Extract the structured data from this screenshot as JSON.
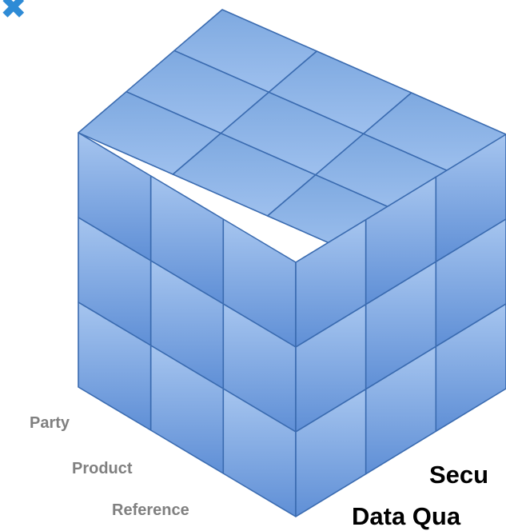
{
  "colors": {
    "cube_face": "#8db3e2",
    "cube_edge": "#3a6bb0",
    "axis_label": "#808080",
    "dimension_label": "#000000",
    "corner_glyph": "#2e8bd6"
  },
  "corner_glyph": {
    "icon": "partial-logo-glyph",
    "text": ""
  },
  "cube": {
    "grid": 3,
    "visible_faces": [
      "top",
      "left",
      "right"
    ]
  },
  "axis_labels": {
    "party": "Party",
    "product": "Product",
    "reference": "Reference"
  },
  "dimension_labels": {
    "security": "Secu",
    "data_quality": "Data Qua"
  }
}
